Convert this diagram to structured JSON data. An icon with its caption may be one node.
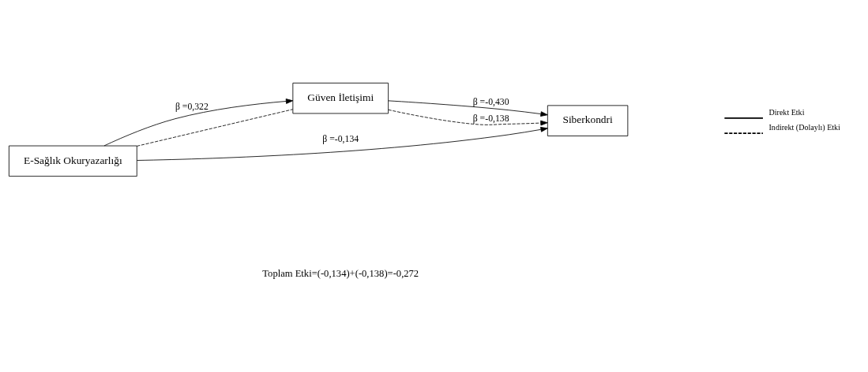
{
  "diagram": {
    "nodes": [
      {
        "text": [
          "Güven İletişimi"
        ]
      },
      {
        "text": [
          "E-Sağlık Okuryazarlığı"
        ]
      },
      {
        "text": [
          "Siberkondri"
        ]
      }
    ],
    "edges": [
      {
        "from": 1,
        "to": 0,
        "arrow": "to",
        "label": "β =0,322"
      },
      {
        "from": 0,
        "to": 2,
        "arrow": "to",
        "label": "β =-0,430"
      },
      {
        "from": 1,
        "to": 0,
        "arrow": "none",
        "style": "dashed"
      },
      {
        "from": 0,
        "to": 2,
        "arrow": "to",
        "style": "dashed",
        "label": "β =-0,138"
      },
      {
        "from": 1,
        "to": 2,
        "arrow": "to",
        "label": "β =-0,134"
      }
    ],
    "labels": [
      "Toplam Etki=(-0,134)+(-0,138)=-0,272"
    ],
    "legend": [
      {
        "text": "Direkt Etki"
      },
      {
        "text": "Indirekt (Dolaylı) Etki"
      }
    ]
  }
}
